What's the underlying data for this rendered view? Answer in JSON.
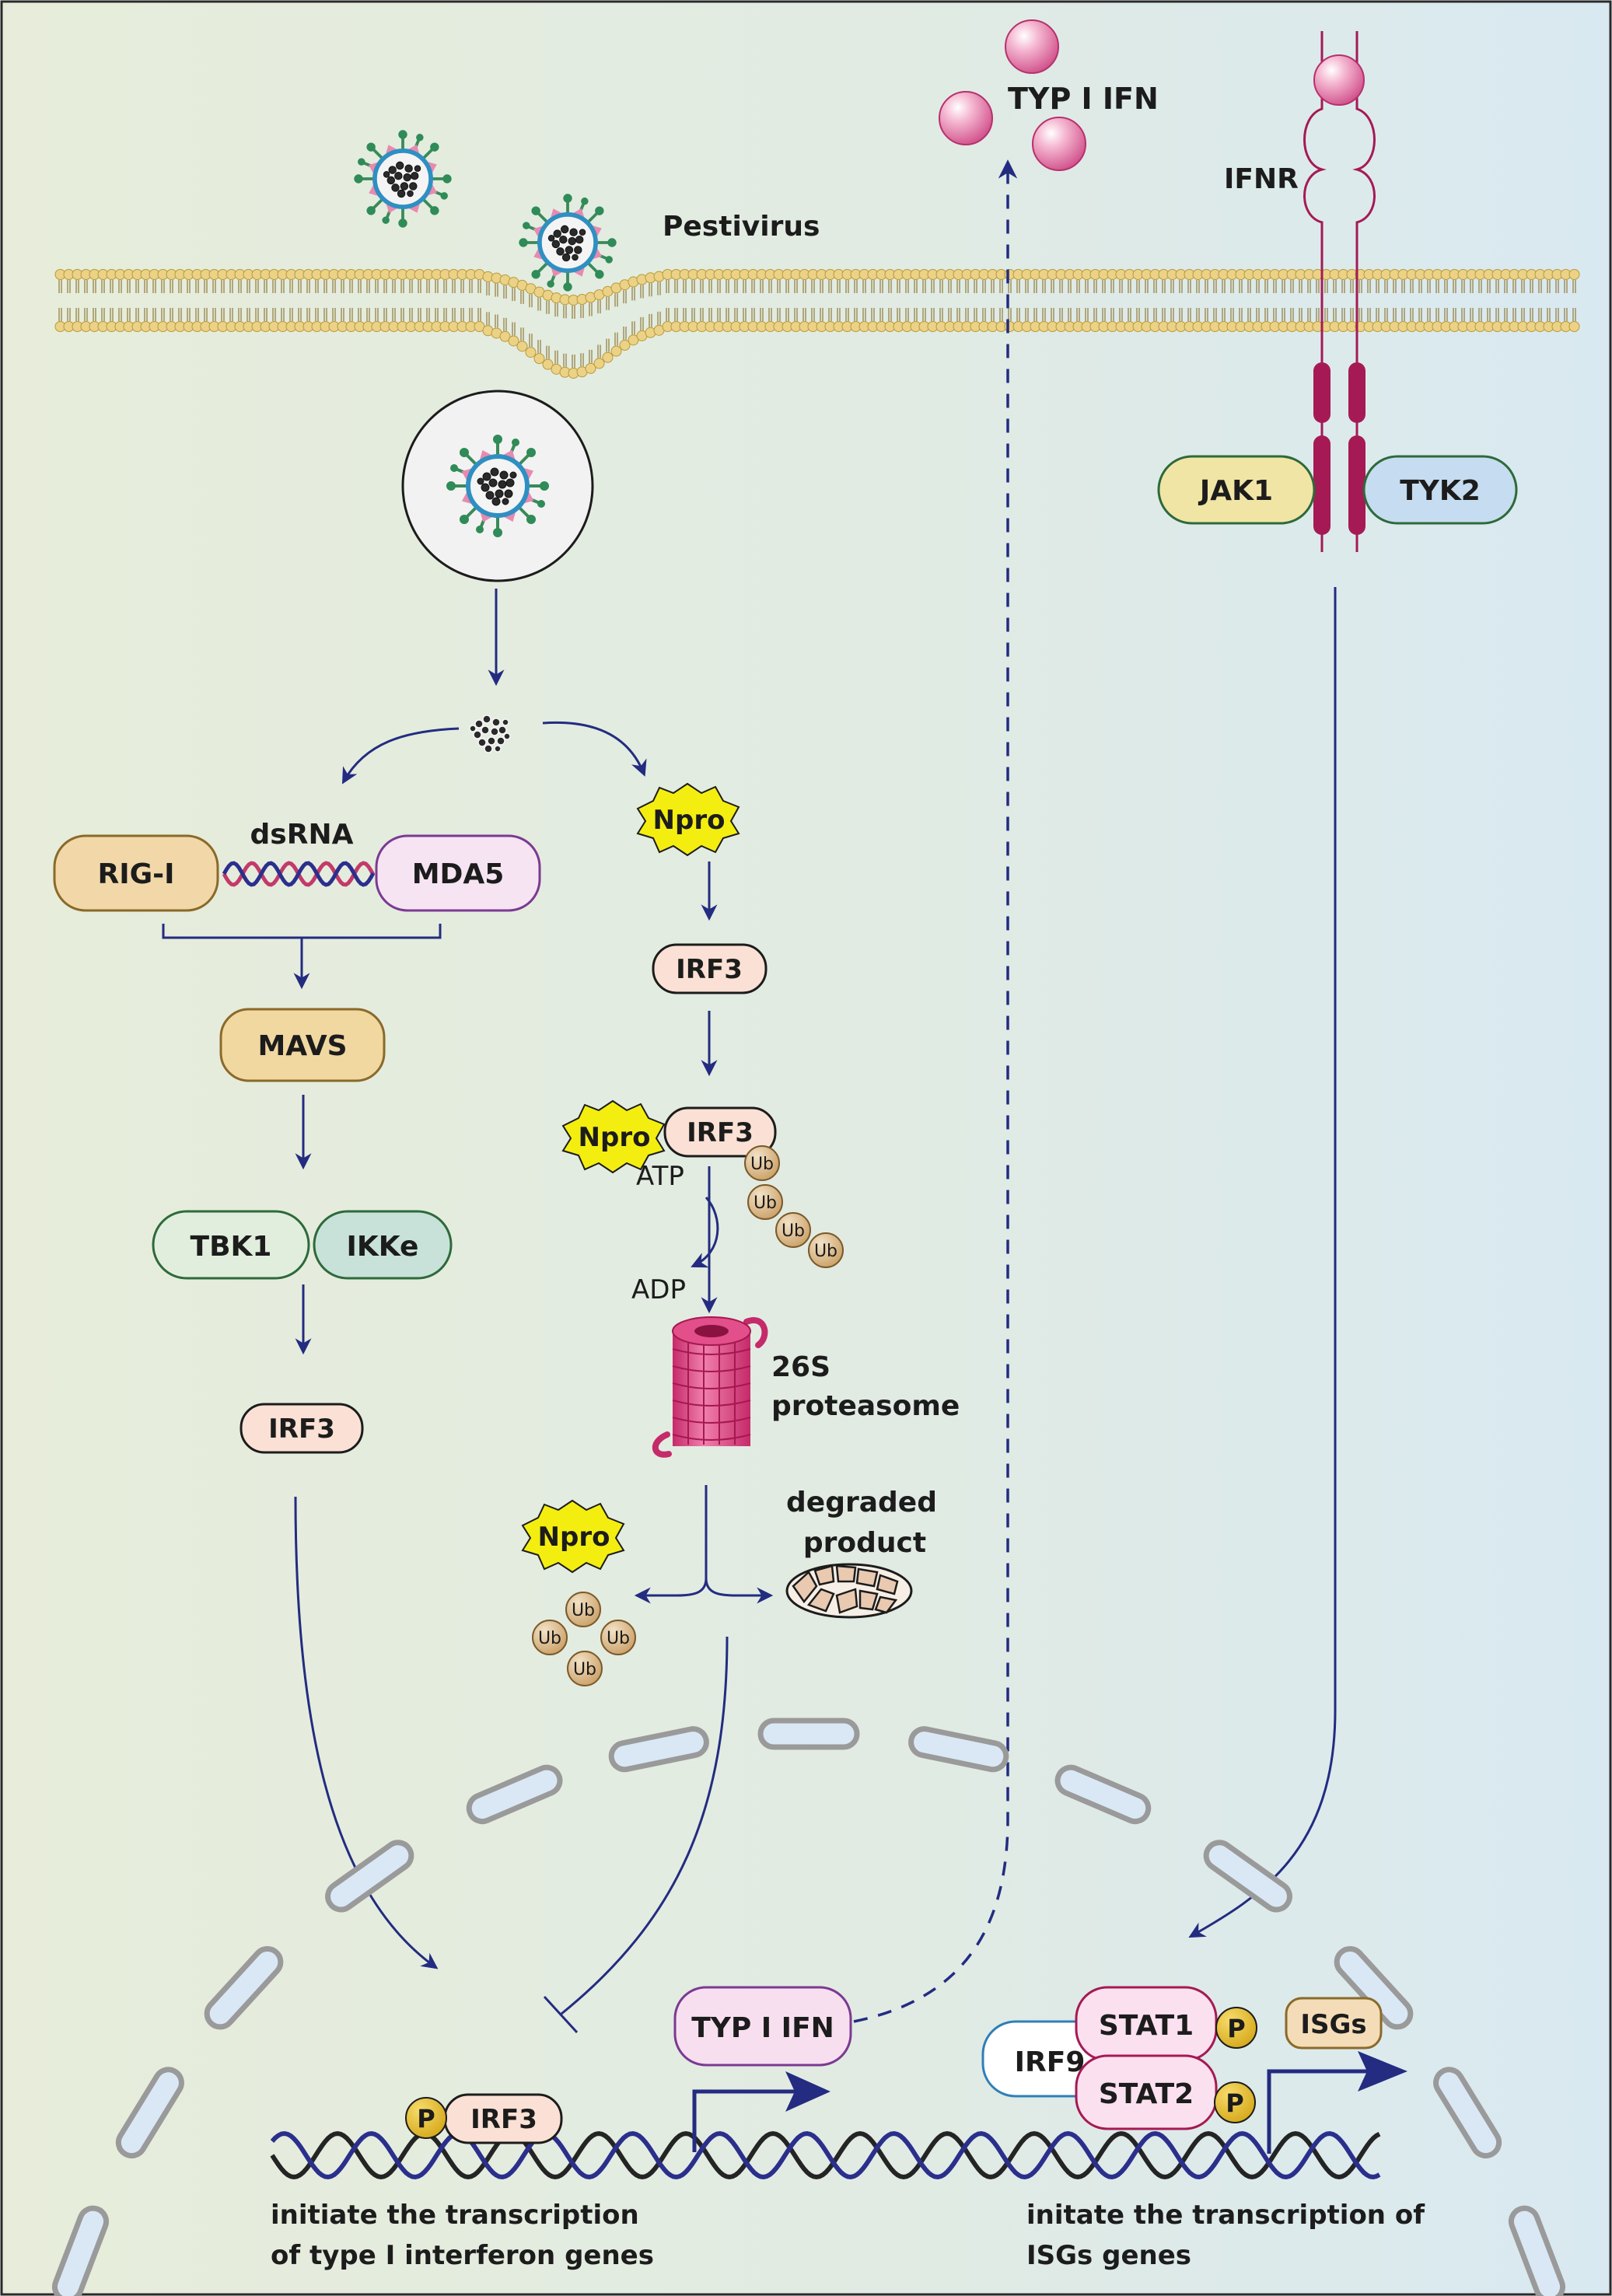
{
  "labels": {
    "pestivirus": "Pestivirus",
    "typ_ifn_top": "TYP I IFN",
    "ifnr": "IFNR",
    "jak1": "JAK1",
    "tyk2": "TYK2",
    "dsrna": "dsRNA",
    "rig1": "RIG-I",
    "mda5": "MDA5",
    "mavs": "MAVS",
    "tbk1": "TBK1",
    "ikke": "IKKe",
    "irf3": "IRF3",
    "npro": "Npro",
    "atp": "ATP",
    "adp": "ADP",
    "ub": "Ub",
    "proteasome_line1": "26S",
    "proteasome_line2": "proteasome",
    "degraded_line1": "degraded",
    "degraded_line2": "product",
    "typ_ifn_nuc": "TYP I IFN",
    "stat1": "STAT1",
    "stat2": "STAT2",
    "irf9": "IRF9",
    "p": "P",
    "isgs": "ISGs",
    "left_caption_line1": "initiate the transcription",
    "left_caption_line2": "of type I interferon genes",
    "right_caption_line1": "initate the transcription of",
    "right_caption_line2": "ISGs genes"
  },
  "colors": {
    "bg_left": "#e6ecd9",
    "bg_right": "#dbeaf1",
    "arrow": "#232c80",
    "ifnr": "#a51a55",
    "membrane_head": "#ecd286",
    "npro_yellow": "#f4ee10",
    "ub": "#d8b78a",
    "p_badge": "#e8c23a",
    "nuclear_pore": "#d9e8f4",
    "dna_dark": "#242424",
    "dna_blue": "#2b2f8c"
  }
}
